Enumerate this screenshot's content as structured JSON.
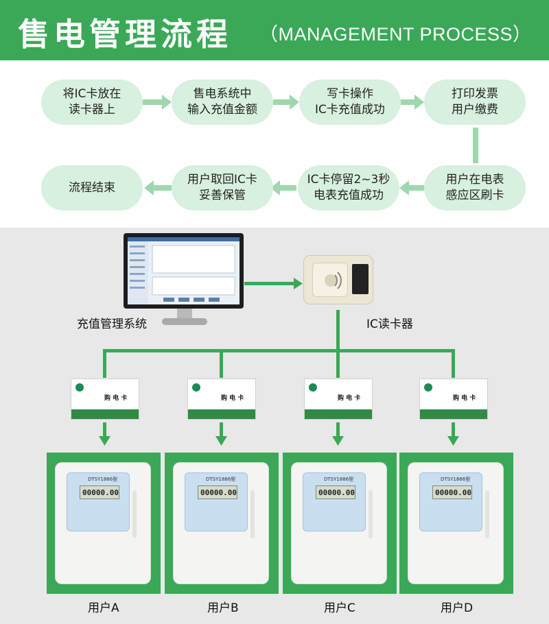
{
  "header": {
    "title": "售电管理流程",
    "subtitle": "（MANAGEMENT PROCESS）"
  },
  "flow": {
    "steps": [
      {
        "line1": "将IC卡放在",
        "line2": "读卡器上"
      },
      {
        "line1": "售电系统中",
        "line2": "输入充值金额"
      },
      {
        "line1": "写卡操作",
        "line2": "IC卡充值成功"
      },
      {
        "line1": "打印发票",
        "line2": "用户缴费"
      },
      {
        "line1": "用户在电表",
        "line2": "感应区刷卡"
      },
      {
        "line1": "IC卡停留2~3秒",
        "line2": "电表充值成功"
      },
      {
        "line1": "用户取回IC卡",
        "line2": "妥善保管"
      },
      {
        "line1": "流程结束",
        "line2": ""
      }
    ]
  },
  "system": {
    "computer_label": "充值管理系统",
    "reader_label": "IC读卡器",
    "card": {
      "title": "购 电 卡"
    },
    "meter": {
      "model": "DTSY1886型",
      "reading": "00000.00"
    },
    "users": [
      "用户A",
      "用户B",
      "用户C",
      "用户D"
    ]
  },
  "colors": {
    "accent": "#3aa857",
    "pill": "#d8f0df",
    "system_bg": "#e8e8e8"
  }
}
